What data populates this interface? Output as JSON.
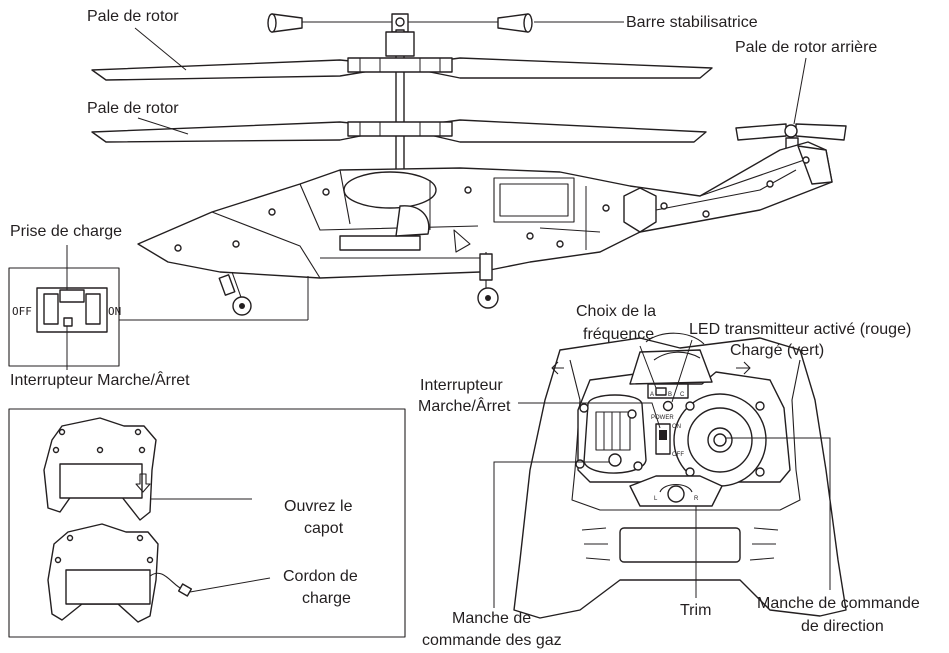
{
  "labels": {
    "pale_rotor_1": "Pale de rotor",
    "barre_stab": "Barre stabilisatrice",
    "pale_arriere": "Pale de rotor arrière",
    "pale_rotor_2": "Pale de rotor",
    "prise_charge": "Prise de charge",
    "interrupteur_heli": "Interrupteur Marche/Ârret",
    "off": "OFF",
    "on": "ON",
    "ouvrez_1": "Ouvrez le",
    "ouvrez_2": "capot",
    "cordon_1": "Cordon de",
    "cordon_2": "charge",
    "choix_1": "Choix de la",
    "choix_2": "fréquence",
    "led_1": "LED transmitteur activé (rouge)",
    "led_2": "Chargé (vert)",
    "inter_tx_1": "Interrupteur",
    "inter_tx_2": "Marche/Ârret",
    "gaz_1": "Manche de",
    "gaz_2": "commande des gaz",
    "trim": "Trim",
    "direction_1": "Manche de commande",
    "direction_2": "de direction",
    "power": "POWER",
    "sw_on": "ON",
    "sw_off": "OFF",
    "freq_a": "A",
    "freq_b": "B",
    "freq_c": "C",
    "trim_l": "L",
    "trim_r": "R"
  }
}
